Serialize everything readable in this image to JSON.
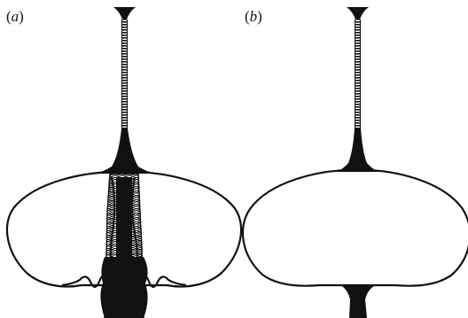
{
  "panels": [
    {
      "id": "a",
      "open": "(",
      "letter": "a",
      "close": ")"
    },
    {
      "id": "b",
      "open": "(",
      "letter": "b",
      "close": ")"
    }
  ],
  "colors": {
    "ink": "#111111",
    "background": "#ffffff"
  }
}
